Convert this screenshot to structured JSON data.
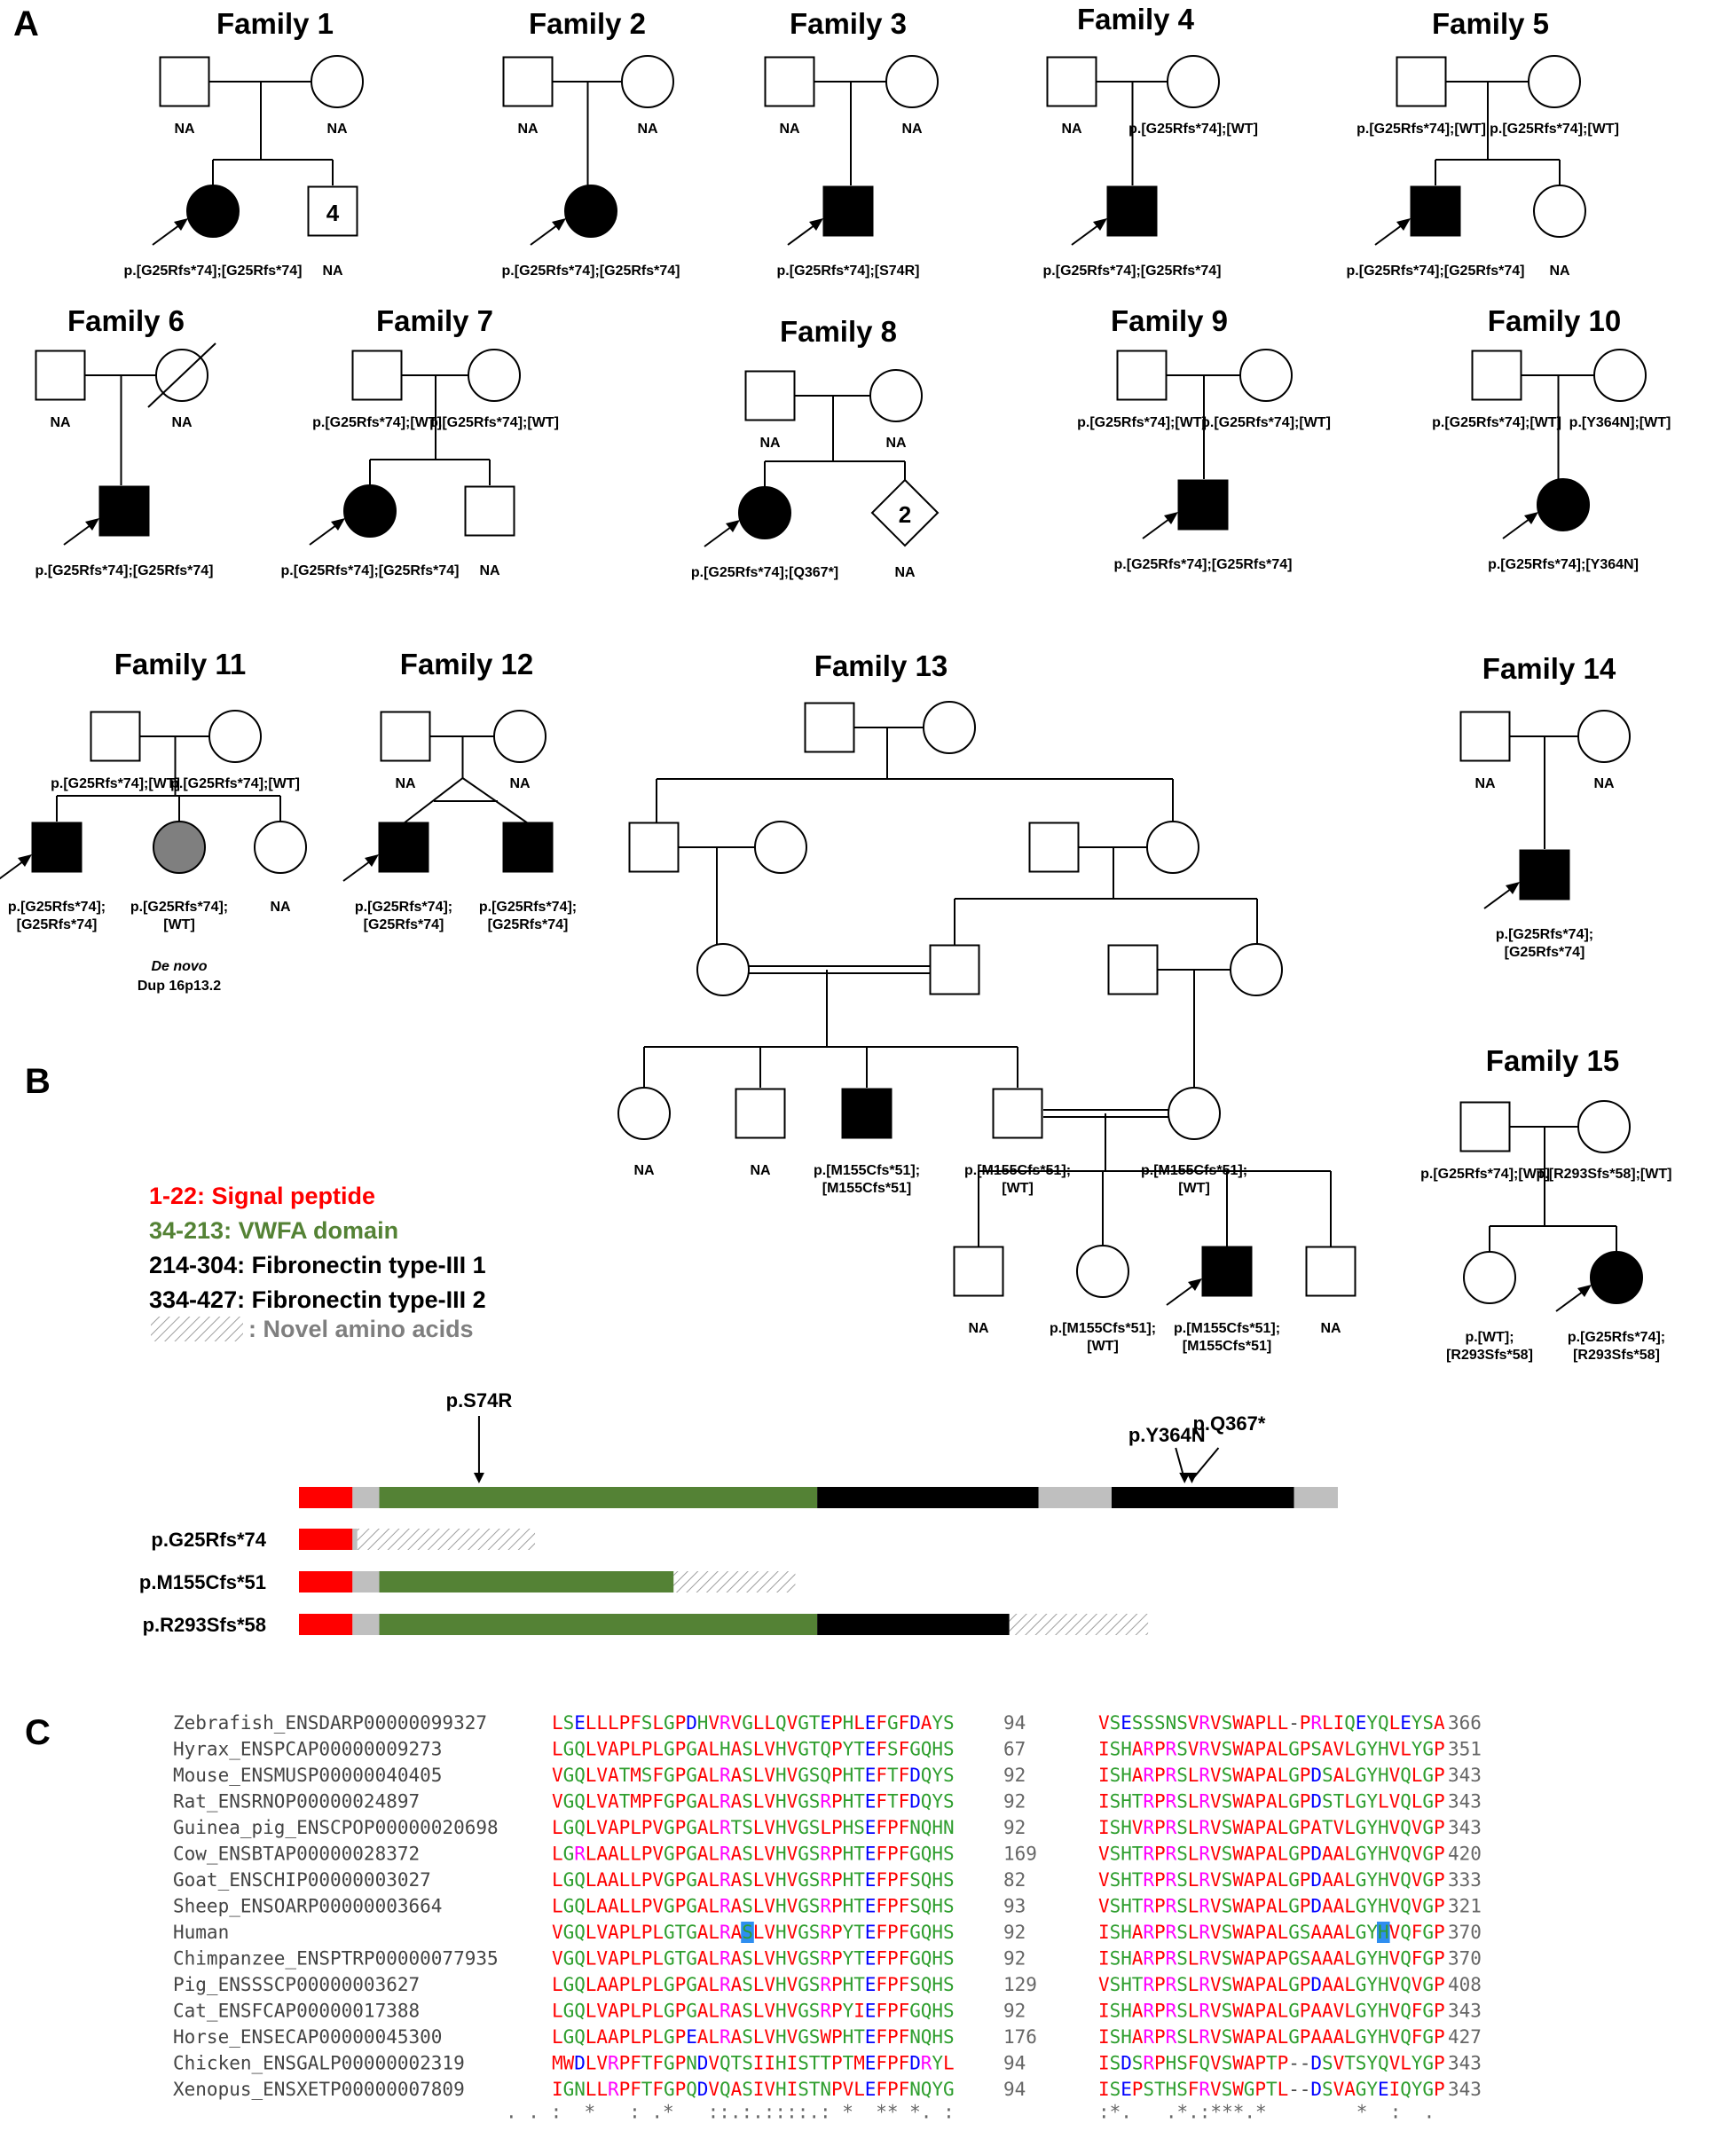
{
  "panels": {
    "a": "A",
    "b": "B",
    "c": "C"
  },
  "pedigree": {
    "families": [
      {
        "title": "Family 1",
        "father": "",
        "mother": "",
        "father_geno": "NA",
        "mother_geno": "NA",
        "children": [
          {
            "sex": "F",
            "affected": true,
            "proband": true,
            "geno": "p.[G25Rfs*74];[G25Rfs*74]"
          },
          {
            "sex": "M",
            "affected": false,
            "count": "4",
            "geno": "NA"
          }
        ]
      },
      {
        "title": "Family 2",
        "father_geno": "NA",
        "mother_geno": "NA",
        "children": [
          {
            "sex": "F",
            "affected": true,
            "proband": true,
            "geno": "p.[G25Rfs*74];[G25Rfs*74]"
          }
        ]
      },
      {
        "title": "Family 3",
        "father_geno": "NA",
        "mother_geno": "NA",
        "children": [
          {
            "sex": "M",
            "affected": true,
            "proband": true,
            "geno": "p.[G25Rfs*74];[S74R]"
          }
        ]
      },
      {
        "title": "Family 4",
        "father_geno": "NA",
        "mother_geno": "p.[G25Rfs*74];[WT]",
        "children": [
          {
            "sex": "M",
            "affected": true,
            "proband": true,
            "geno": "p.[G25Rfs*74];[G25Rfs*74]"
          }
        ]
      },
      {
        "title": "Family 5",
        "father_geno": "p.[G25Rfs*74];[WT]",
        "mother_geno": "p.[G25Rfs*74];[WT]",
        "children": [
          {
            "sex": "M",
            "affected": true,
            "proband": true,
            "geno": "p.[G25Rfs*74];[G25Rfs*74]"
          },
          {
            "sex": "F",
            "affected": false,
            "geno": "NA"
          }
        ]
      },
      {
        "title": "Family 6",
        "father_geno": "NA",
        "mother_geno": "NA",
        "mother_deceased": true,
        "children": [
          {
            "sex": "M",
            "affected": true,
            "proband": true,
            "geno": "p.[G25Rfs*74];[G25Rfs*74]"
          }
        ]
      },
      {
        "title": "Family 7",
        "father_geno": "p.[G25Rfs*74];[WT]",
        "mother_geno": "p.[G25Rfs*74];[WT]",
        "children": [
          {
            "sex": "F",
            "affected": true,
            "proband": true,
            "geno": "p.[G25Rfs*74];[G25Rfs*74]"
          },
          {
            "sex": "M",
            "affected": false,
            "geno": "NA"
          }
        ]
      },
      {
        "title": "Family 8",
        "father_geno": "NA",
        "mother_geno": "NA",
        "children": [
          {
            "sex": "F",
            "affected": true,
            "proband": true,
            "geno": "p.[G25Rfs*74];[Q367*]"
          },
          {
            "sex": "U",
            "affected": false,
            "count": "2",
            "geno": "NA"
          }
        ]
      },
      {
        "title": "Family 9",
        "father_geno": "p.[G25Rfs*74];[WT]",
        "mother_geno": "p.[G25Rfs*74];[WT]",
        "children": [
          {
            "sex": "M",
            "affected": true,
            "proband": true,
            "geno": "p.[G25Rfs*74];[G25Rfs*74]"
          }
        ]
      },
      {
        "title": "Family 10",
        "father_geno": "p.[G25Rfs*74];[WT]",
        "mother_geno": "p.[Y364N];[WT]",
        "children": [
          {
            "sex": "F",
            "affected": true,
            "proband": true,
            "geno": "p.[G25Rfs*74];[Y364N]"
          }
        ]
      },
      {
        "title": "Family 11",
        "father_geno": "p.[G25Rfs*74];[WT]",
        "mother_geno": "p.[G25Rfs*74];[WT]",
        "children": [
          {
            "sex": "M",
            "affected": true,
            "proband": true,
            "geno1": "p.[G25Rfs*74];",
            "geno2": "[G25Rfs*74]"
          },
          {
            "sex": "F",
            "affected": "partial",
            "geno1": "p.[G25Rfs*74];",
            "geno2": "[WT]"
          },
          {
            "sex": "F",
            "affected": false,
            "geno": "NA"
          }
        ],
        "note1": "De novo",
        "note2": "Dup 16p13.2"
      },
      {
        "title": "Family 12",
        "father_geno": "NA",
        "mother_geno": "NA",
        "twins": true,
        "children": [
          {
            "sex": "M",
            "affected": true,
            "proband": true,
            "geno1": "p.[G25Rfs*74];",
            "geno2": "[G25Rfs*74]"
          },
          {
            "sex": "M",
            "affected": true,
            "geno1": "p.[G25Rfs*74];",
            "geno2": "[G25Rfs*74]"
          }
        ]
      },
      {
        "title": "Family 13",
        "gen4": [
          {
            "sex": "F",
            "affected": false,
            "geno": "NA"
          },
          {
            "sex": "M",
            "affected": false,
            "geno": "NA"
          },
          {
            "sex": "M",
            "affected": true,
            "geno1": "p.[M155Cfs*51];",
            "geno2": "[M155Cfs*51]"
          },
          {
            "sex": "M",
            "affected": false,
            "geno1": "p.[M155Cfs*51];",
            "geno2": "[WT]"
          },
          {
            "sex": "F",
            "affected": false,
            "geno1": "p.[M155Cfs*51];",
            "geno2": "[WT]"
          }
        ],
        "gen5": [
          {
            "sex": "M",
            "affected": false,
            "geno": "NA"
          },
          {
            "sex": "F",
            "affected": false,
            "geno1": "p.[M155Cfs*51];",
            "geno2": "[WT]"
          },
          {
            "sex": "M",
            "affected": true,
            "proband": true,
            "geno1": "p.[M155Cfs*51];",
            "geno2": "[M155Cfs*51]"
          },
          {
            "sex": "M",
            "affected": false,
            "geno": "NA"
          }
        ]
      },
      {
        "title": "Family 14",
        "father_geno": "NA",
        "mother_geno": "NA",
        "children": [
          {
            "sex": "M",
            "affected": true,
            "proband": true,
            "geno1": "p.[G25Rfs*74];",
            "geno2": "[G25Rfs*74]"
          }
        ]
      },
      {
        "title": "Family 15",
        "father_geno": "p.[G25Rfs*74];[WT]",
        "mother_geno": "p.[R293Sfs*58];[WT]",
        "children": [
          {
            "sex": "F",
            "affected": false,
            "geno1": "p.[WT];",
            "geno2": "[R293Sfs*58]"
          },
          {
            "sex": "F",
            "affected": true,
            "proband": true,
            "geno1": "p.[G25Rfs*74];",
            "geno2": "[R293Sfs*58]"
          }
        ]
      }
    ]
  },
  "domain_legend": {
    "items": [
      {
        "text": "1-22: Signal peptide",
        "color": "#ff0000"
      },
      {
        "text": "34-213: VWFA domain",
        "color": "#548235"
      },
      {
        "text": "214-304: Fibronectin type-III 1",
        "color": "#000000"
      },
      {
        "text": "334-427: Fibronectin type-III 2",
        "color": "#000000"
      }
    ],
    "novel": ": Novel amino acids",
    "novel_color": "#7f7f7f"
  },
  "protein": {
    "length": 427,
    "colors": {
      "signal": "#ff0000",
      "linker": "#bfbfbf",
      "vwfa": "#548235",
      "fn3": "#000000"
    },
    "point_mutations": [
      {
        "label": "p.S74R",
        "position": 74
      },
      {
        "label": "p.Y364N",
        "position": 364
      },
      {
        "label": "p.Q367*",
        "position": 367
      }
    ],
    "truncations": [
      {
        "label": "p.G25Rfs*74"
      },
      {
        "label": "p.M155Cfs*51"
      },
      {
        "label": "p.R293Sfs*58"
      }
    ]
  },
  "alignment": {
    "species": [
      "Zebrafish_ENSDARP00000099327",
      "Hyrax_ENSPCAP00000009273",
      "Mouse_ENSMUSP00000040405",
      "Rat_ENSRNOP00000024897",
      "Guinea_pig_ENSCPOP00000020698",
      "Cow_ENSBTAP00000028372",
      "Goat_ENSCHIP00000003027",
      "Sheep_ENSOARP00000003664",
      "Human",
      "Chimpanzee_ENSPTRP00000077935",
      "Pig_ENSSSCP00000003627",
      "Cat_ENSFCAP00000017388",
      "Horse_ENSECAP00000045300",
      "Chicken_ENSGALP00000002319",
      "Xenopus_ENSXETP00000007809"
    ],
    "left_seqs": [
      "LSELLLPFSLGPDHVRVGLLQVGTEPHLEFGFDAYS",
      "LGQLVAPLPLGPGALHASLVHVGTQPYTEFSFGQHS",
      "VGQLVATMSFGPGALRASLVHVGSQPHTEFTFDQYS",
      "VGQLVATMPFGPGALRASLVHVGSRPHTEFTFDQYS",
      "LGQLVAPLPVGPGALRTSLVHVGSLPHSEFPFNQHN",
      "LGRLAALLPVGPGALRASLVHVGSRPHTEFPFGQHS",
      "LGQLAALLPVGPGALRASLVHVGSRPHTEFPFSQHS",
      "LGQLAALLPVGPGALRASLVHVGSRPHTEFPFSQHS",
      "VGQLVAPLPLGTGALRASLVHVGSRPYTEFPFGQHS",
      "VGQLVAPLPLGTGALRASLVHVGSRPYTEFPFGQHS",
      "LGQLAAPLPLGPGALRASLVHVGSRPHTEFPFSQHS",
      "LGQLVAPLPLGPGALRASLVHVGSRPYIEFPFGQHS",
      "LGQLAAPLPLGPEALRASLVHVGSWPHTEFPFNQHS",
      "MWDLVRPFTFGPNDVQTSIIHISTTPTMEFPFDRYL",
      "IGNLLRPFTFGPQDVQASIVHISTNPVLEFPFNQYG"
    ],
    "left_nums": [
      "94",
      "67",
      "92",
      "92",
      "92",
      "169",
      "82",
      "93",
      "92",
      "92",
      "129",
      "92",
      "176",
      "94",
      "94"
    ],
    "right_seqs": [
      "VSESSSNSVRVSWAPLL-PRLIQEYQLEYSA",
      "ISHARPRSVRVSWAPALGPSAVLGYHVLYGP",
      "ISHARPRSLRVSWAPALGPDSALGYHVQLGP",
      "ISHTRPRSLRVSWAPALGPDSTLGYLVQLGP",
      "ISHVRPRSLRVSWAPALGPATVLGYHVQVGP",
      "VSHTRPRSLRVSWAPALGPDAALGYHVQVGP",
      "VSHTRPRSLRVSWAPALGPDAALGYHVQVGP",
      "VSHTRPRSLRVSWAPALGPDAALGYHVQVGP",
      "ISHARPRSLRVSWAPALGSAAALGYHVQFGP",
      "ISHARPRSLRVSWAPAPGSAAALGYHVQFGP",
      "VSHTRPRSLRVSWAPALGPDAALGYHVQVGP",
      "ISHARPRSLRVSWAPALGPAAVLGYHVQFGP",
      "ISHARPRSLRVSWAPALGPAAALGYHVQFGP",
      "ISDSRPHSFQVSWAPTP--DSVTSYQVLYGP",
      "ISEPSTHSFRVSWGPTL--DSVAGYEIQYGP"
    ],
    "right_nums": [
      "366",
      "351",
      "343",
      "343",
      "343",
      "420",
      "333",
      "321",
      "370",
      "370",
      "408",
      "343",
      "427",
      "343",
      "343"
    ],
    "left_consensus": ". . :  *   : .*   ::.:.::::.: *  ** *. :",
    "right_consensus": ":*.   .*.:***.*        *  :  .",
    "highlight_left": {
      "row": 8,
      "col": 17
    },
    "highlight_right": {
      "row": 8,
      "col": 25
    },
    "highlight_color": "#2e8ef0",
    "residue_colors": {
      "hydrophobic": "#ff0000",
      "acidic": "#0000ff",
      "basic": "#ff00ff",
      "polar": "#2e9e2e"
    }
  }
}
